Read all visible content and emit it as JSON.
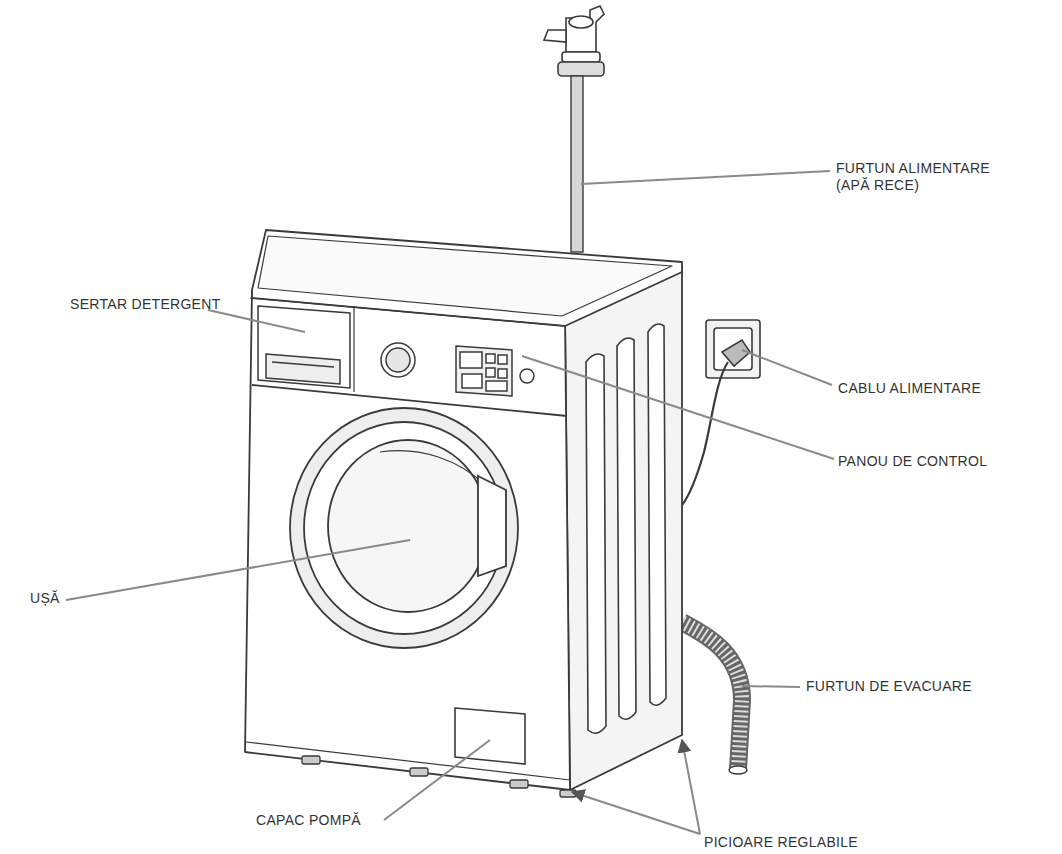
{
  "diagram": {
    "labels": [
      "FURTUN ALIMENTARE (APĂ RECE)",
      "SERTAR DETERGENT",
      "CABLU ALIMENTARE",
      "PANOU DE CONTROL",
      "UȘĂ",
      "FURTUN DE EVACUARE",
      "CAPAC POMPĂ",
      "PICIOARE REGLABILE"
    ]
  }
}
